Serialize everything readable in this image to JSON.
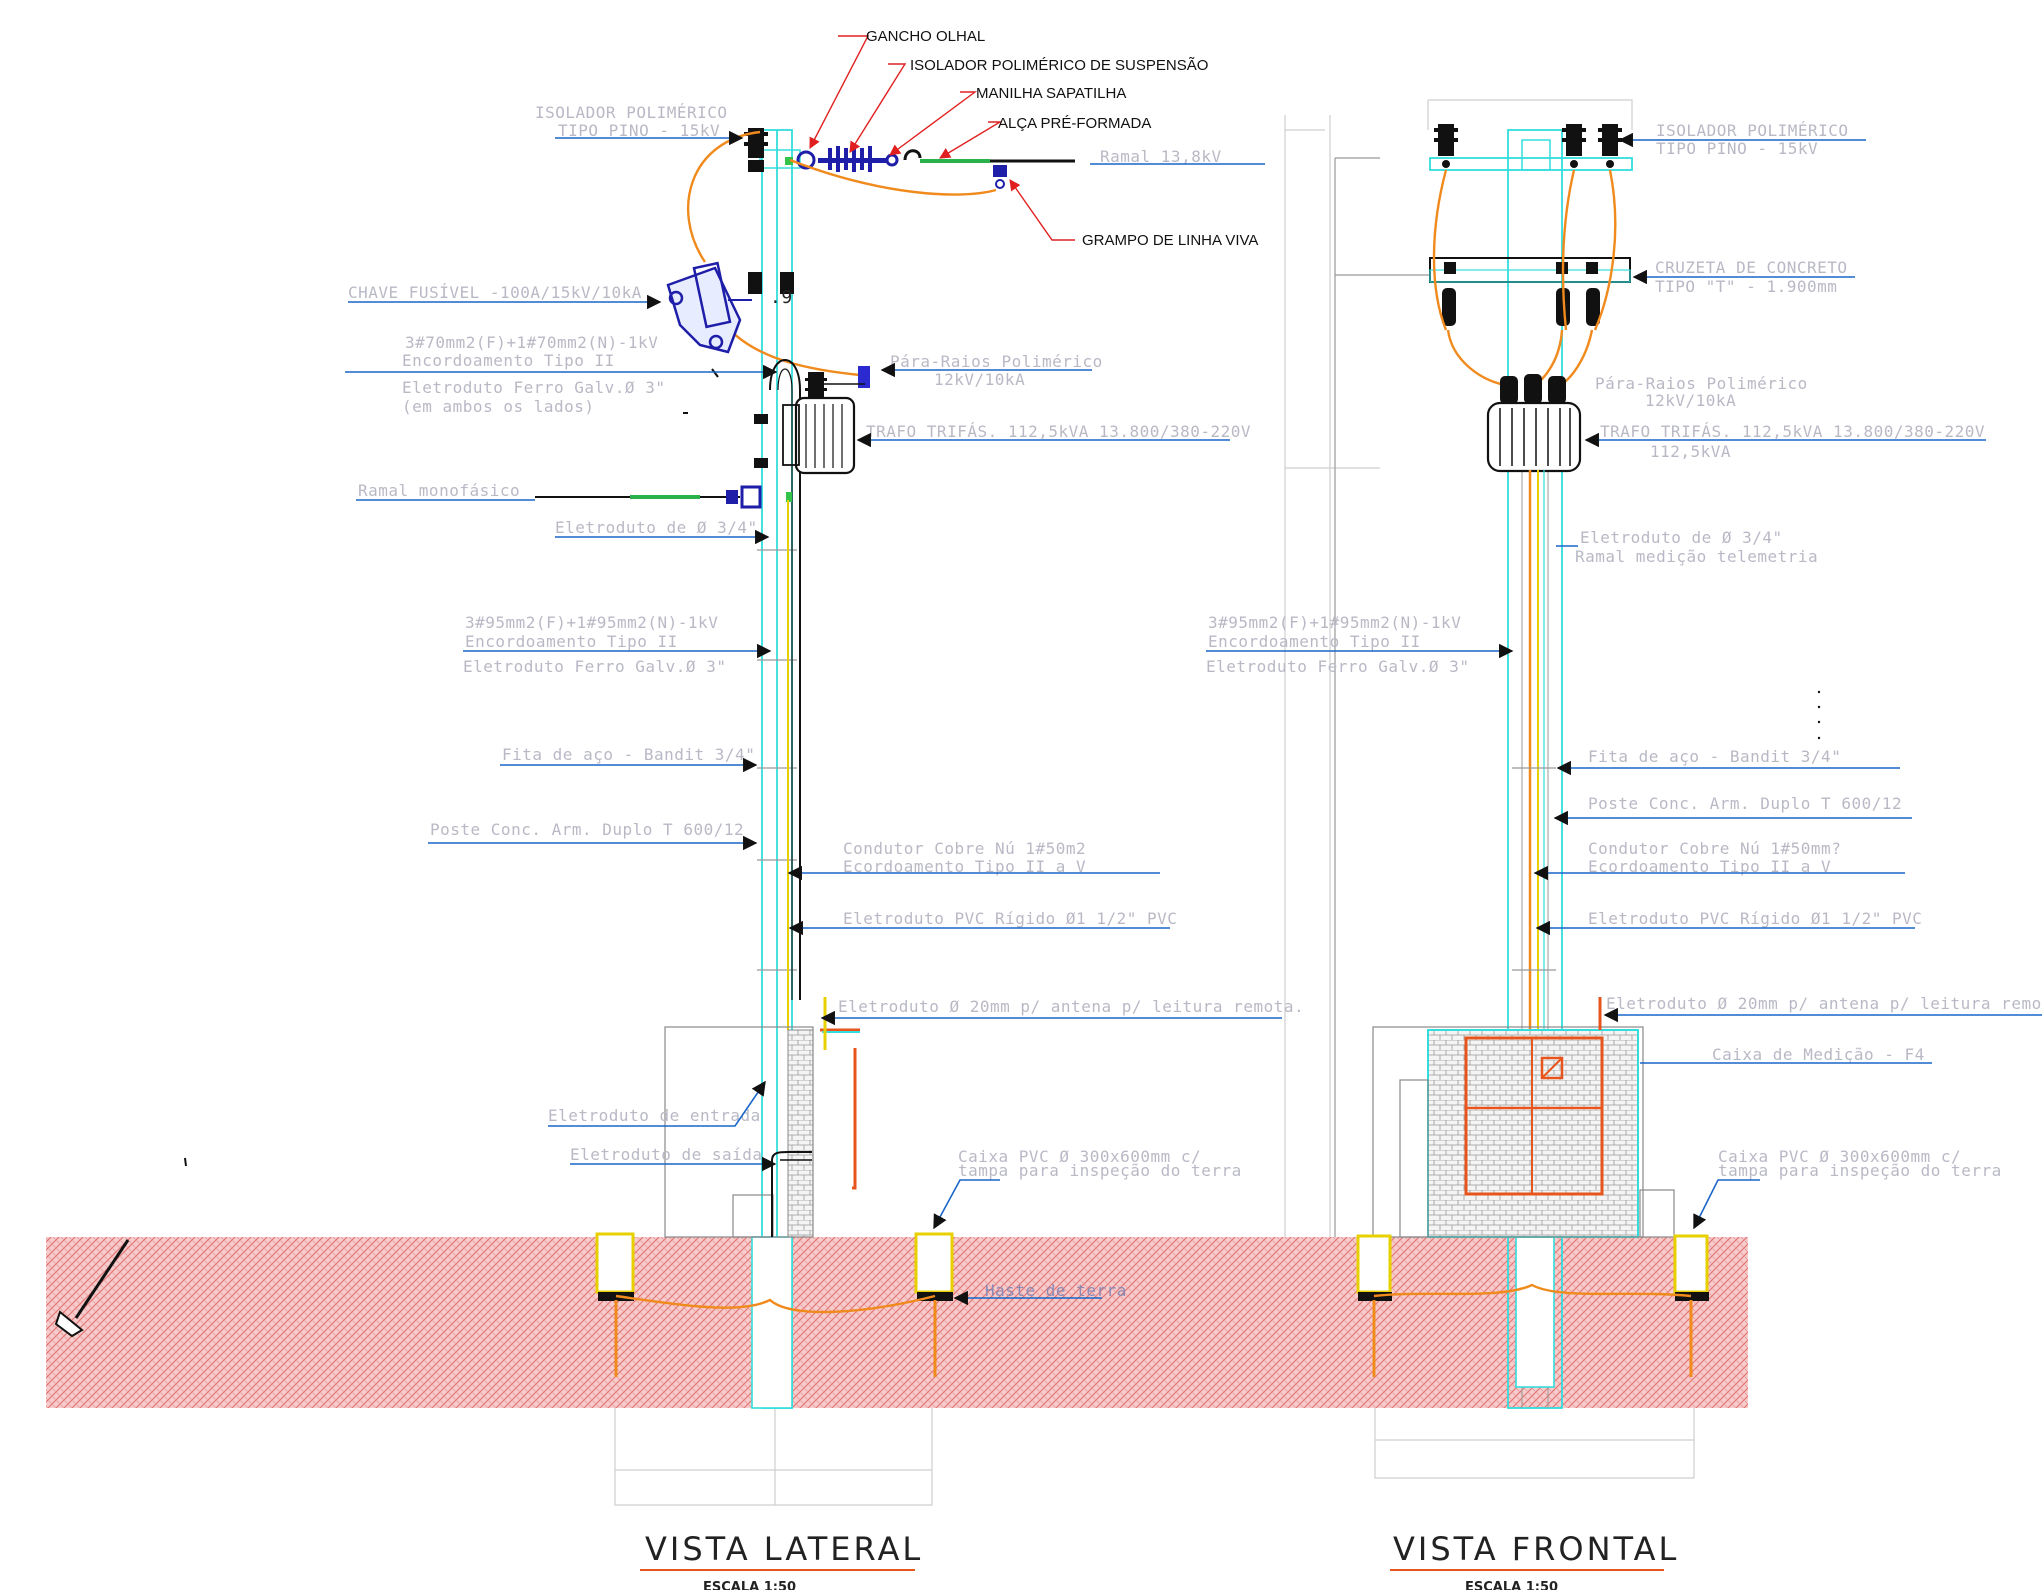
{
  "colors": {
    "soil": "#f4c7c7",
    "soil_hatch": "#e07070",
    "pole": "#33dddd",
    "leader": "#1a66c9",
    "callout_red": "#e02020",
    "conductor_orange": "#f08a1c",
    "label_gray": "#b9b9c6",
    "brick": "#c9c9c9",
    "meter_box": "#e8551c"
  },
  "views": {
    "lateral": {
      "title": "VISTA LATERAL",
      "scale": "ESCALA 1:50"
    },
    "frontal": {
      "title": "VISTA FRONTAL",
      "scale": "ESCALA 1:50"
    }
  },
  "callouts_red": [
    "GANCHO OLHAL",
    "ISOLADOR POLIMÉRICO DE SUSPENSÃO",
    "MANILHA SAPATILHA",
    "ALÇA PRÉ-FORMADA",
    "GRAMPO DE LINHA VIVA"
  ],
  "lateral_labels": {
    "isolador_1": "ISOLADOR POLIMÉRICO",
    "isolador_2": "TIPO PINO - 15kV",
    "ramal": "Ramal 13,8kV",
    "chave": "CHAVE FUSÍVEL -100A/15kV/10kA",
    "enc70_1": "3#70mm2(F)+1#70mm2(N)-1kV",
    "enc70_2": "Encordoamento Tipo II",
    "eletro3_1": "Eletroduto Ferro Galv.Ø 3\"",
    "eletro3_2": "(em ambos os lados)",
    "pararaios_1": "Pára-Raios Polimérico",
    "pararaios_2": "12kV/10kA",
    "trafo": "TRAFO TRIFÁS. 112,5kVA 13.800/380-220V",
    "ramal_mono": "Ramal monofásico",
    "eletro34": "Eletroduto de Ø 3/4\"",
    "enc95_1": "3#95mm2(F)+1#95mm2(N)-1kV",
    "enc95_2": "Encordoamento Tipo II",
    "eletro_ferro": "Eletroduto Ferro Galv.Ø 3\"",
    "fita": "Fita de aço - Bandit 3/4\"",
    "poste": "Poste Conc. Arm. Duplo T 600/12",
    "condutor_1": "Condutor Cobre Nú 1#50m2",
    "condutor_2": "Ecordoamento Tipo II a V",
    "pvc": "Eletroduto PVC Rígido Ø1 1/2\" PVC",
    "antena": "Eletroduto Ø 20mm p/ antena p/ leitura remota.",
    "entrada": "Eletroduto de entrada",
    "saida": "Eletroduto de saída",
    "caixa_1": "Caixa PVC Ø 300x600mm c/",
    "caixa_2": "tampa para inspeção do terra",
    "haste": "Haste de terra"
  },
  "frontal_labels": {
    "isolador_1": "ISOLADOR POLIMÉRICO",
    "isolador_2": "TIPO PINO - 15kV",
    "cruzeta_1": "CRUZETA DE CONCRETO",
    "cruzeta_2": "TIPO \"T\" - 1.900mm",
    "pararaios_1": "Pára-Raios Polimérico",
    "pararaios_2": "12kV/10kA",
    "trafo_1": "TRAFO TRIFÁS. 112,5kVA 13.800/380-220V",
    "trafo_2": "112,5kVA",
    "eletro34_1": "Eletroduto de Ø 3/4\"",
    "eletro34_2": "Ramal medição telemetria",
    "enc95_1": "3#95mm2(F)+1#95mm2(N)-1kV",
    "enc95_2": "Encordoamento Tipo II",
    "eletro_ferro": "Eletroduto Ferro Galv.Ø 3\"",
    "fita": "Fita de aço - Bandit 3/4\"",
    "poste": "Poste Conc. Arm. Duplo T 600/12",
    "condutor_1": "Condutor Cobre Nú 1#50mm?",
    "condutor_2": "Ecordoamento Tipo II a V",
    "pvc": "Eletroduto PVC Rígido Ø1 1/2\" PVC",
    "antena": "Eletroduto Ø 20mm p/ antena p/ leitura remo",
    "caixa_medicao": "Caixa de Medição - F4",
    "caixa_1": "Caixa PVC Ø 300x600mm c/",
    "caixa_2": "tampa para inspeção do terra"
  }
}
